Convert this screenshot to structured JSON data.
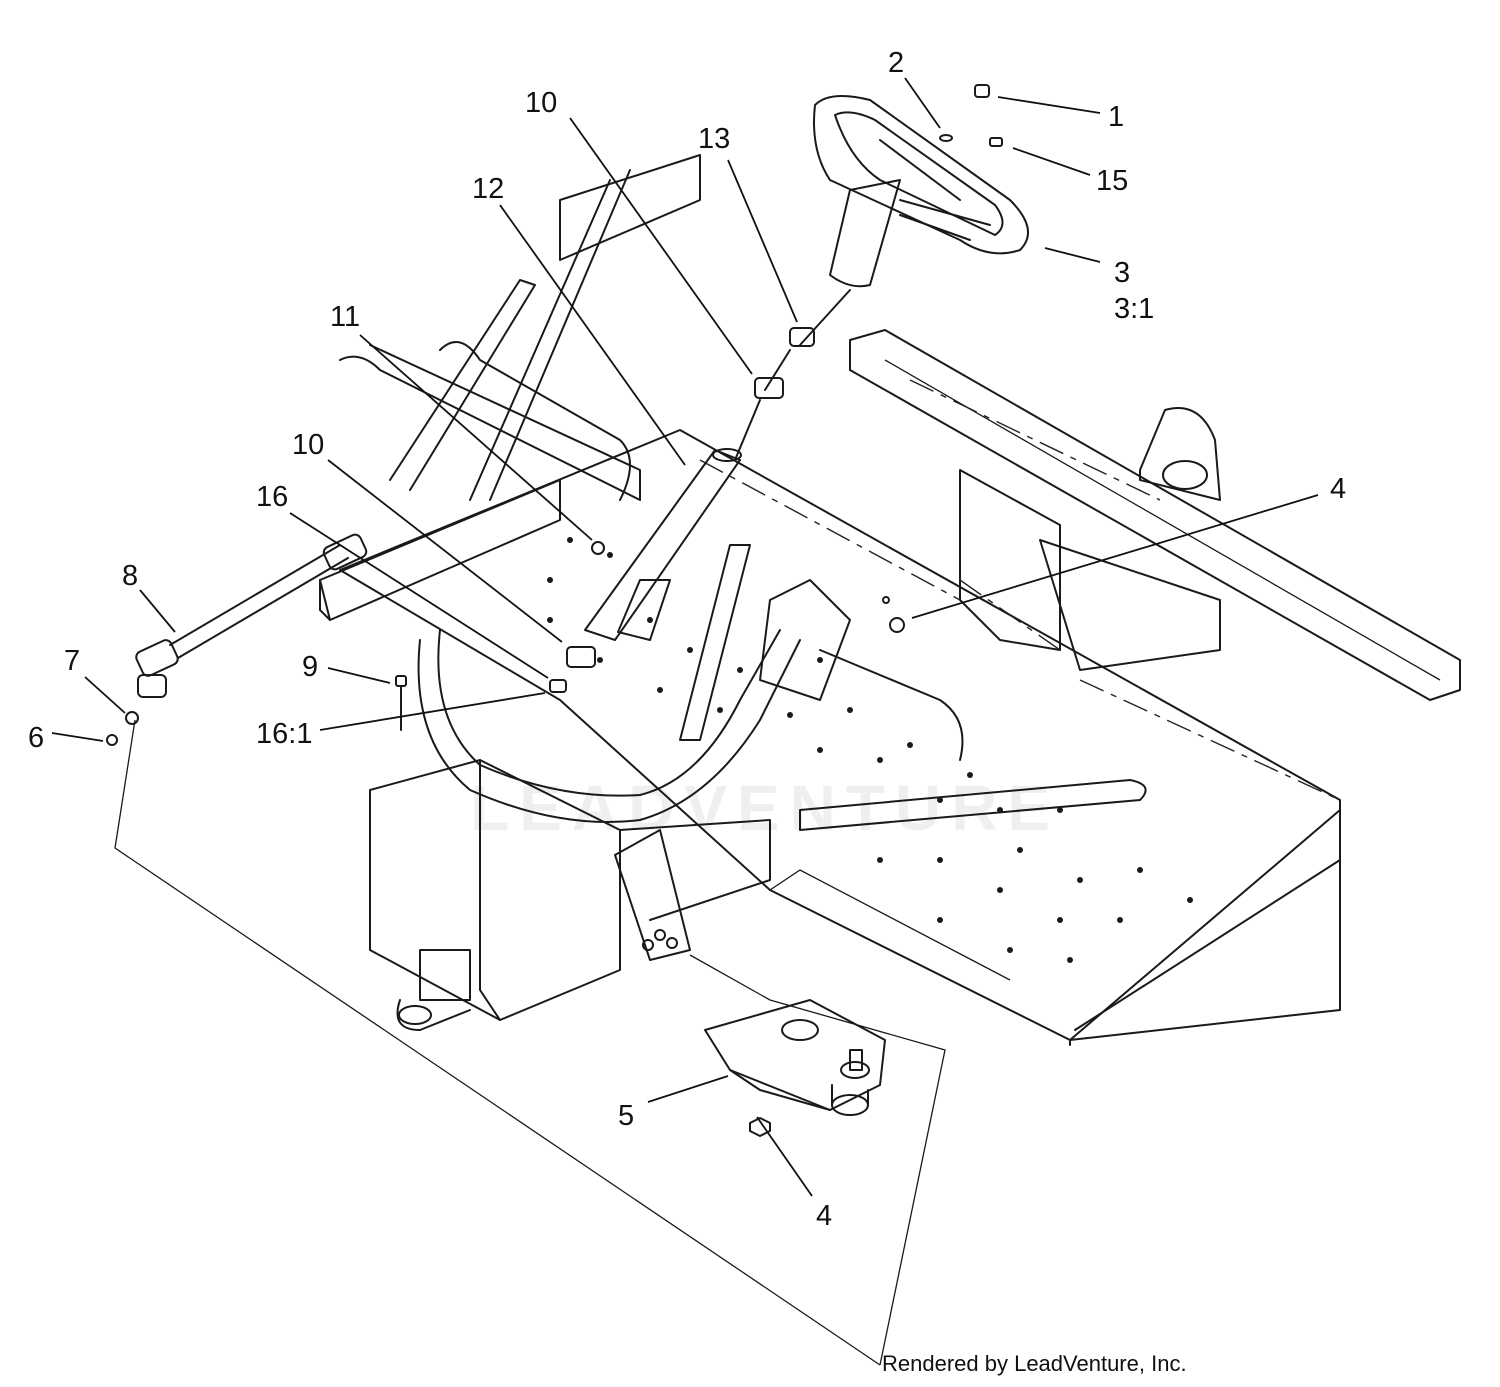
{
  "callouts": [
    {
      "id": "c1",
      "text": "1"
    },
    {
      "id": "c2",
      "text": "2"
    },
    {
      "id": "c15",
      "text": "15"
    },
    {
      "id": "c3",
      "text": "3"
    },
    {
      "id": "c3_1",
      "text": "3:1"
    },
    {
      "id": "c10a",
      "text": "10"
    },
    {
      "id": "c13",
      "text": "13"
    },
    {
      "id": "c12",
      "text": "12"
    },
    {
      "id": "c11",
      "text": "11"
    },
    {
      "id": "c10b",
      "text": "10"
    },
    {
      "id": "c16",
      "text": "16"
    },
    {
      "id": "c8",
      "text": "8"
    },
    {
      "id": "c7",
      "text": "7"
    },
    {
      "id": "c6",
      "text": "6"
    },
    {
      "id": "c9",
      "text": "9"
    },
    {
      "id": "c16_1",
      "text": "16:1"
    },
    {
      "id": "c4a",
      "text": "4"
    },
    {
      "id": "c5",
      "text": "5"
    },
    {
      "id": "c4b",
      "text": "4"
    }
  ],
  "watermark": "LEADVENTURE",
  "credit": "Rendered by LeadVenture, Inc."
}
